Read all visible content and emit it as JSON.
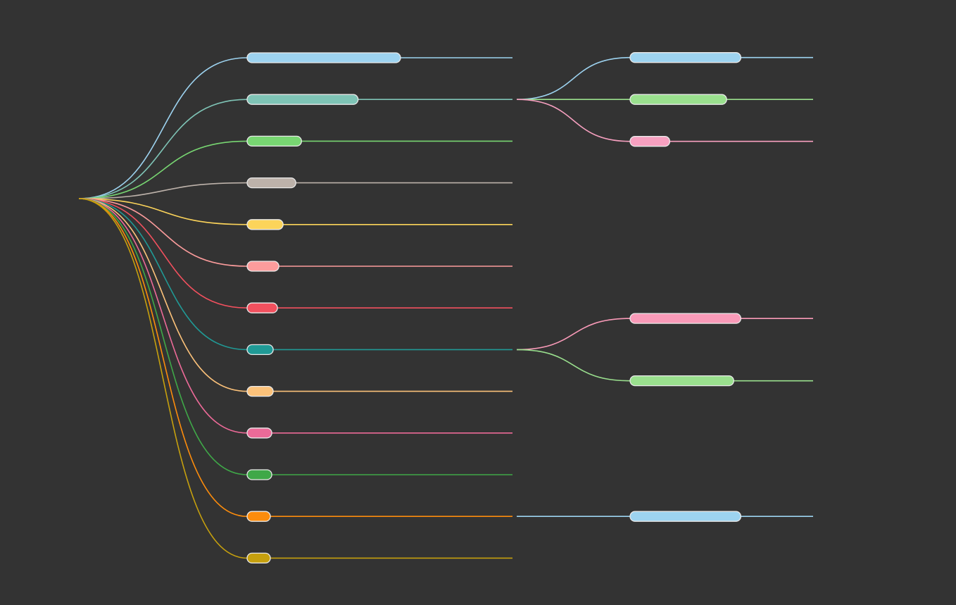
{
  "mindmap": {
    "root": {
      "label": ""
    },
    "branches": [
      {
        "color": "#9dd3f0",
        "emphasis": 1.0,
        "children": []
      },
      {
        "color": "#7fc4b6",
        "emphasis": 0.7,
        "children": [
          {
            "color": "#9dd3f0",
            "emphasis": 0.7
          },
          {
            "color": "#9ae08e",
            "emphasis": 0.6
          },
          {
            "color": "#f7a0c0",
            "emphasis": 0.2
          }
        ]
      },
      {
        "color": "#78d672",
        "emphasis": 0.3,
        "children": []
      },
      {
        "color": "#bdb2aa",
        "emphasis": 0.26,
        "children": []
      },
      {
        "color": "#fcd45a",
        "emphasis": 0.17,
        "children": []
      },
      {
        "color": "#fc9c9c",
        "emphasis": 0.14,
        "children": []
      },
      {
        "color": "#f2505e",
        "emphasis": 0.13,
        "children": []
      },
      {
        "color": "#209a96",
        "emphasis": 0.1,
        "children": [
          {
            "color": "#f99ab8",
            "emphasis": 0.7
          },
          {
            "color": "#9ae08e",
            "emphasis": 0.65
          }
        ]
      },
      {
        "color": "#fcc27a",
        "emphasis": 0.1,
        "children": []
      },
      {
        "color": "#ec6a98",
        "emphasis": 0.09,
        "children": []
      },
      {
        "color": "#3fa848",
        "emphasis": 0.09,
        "children": []
      },
      {
        "color": "#fc8c0c",
        "emphasis": 0.08,
        "children": [
          {
            "color": "#9dd3f0",
            "emphasis": 0.7
          }
        ]
      },
      {
        "color": "#c6a00e",
        "emphasis": 0.08,
        "children": []
      }
    ]
  }
}
